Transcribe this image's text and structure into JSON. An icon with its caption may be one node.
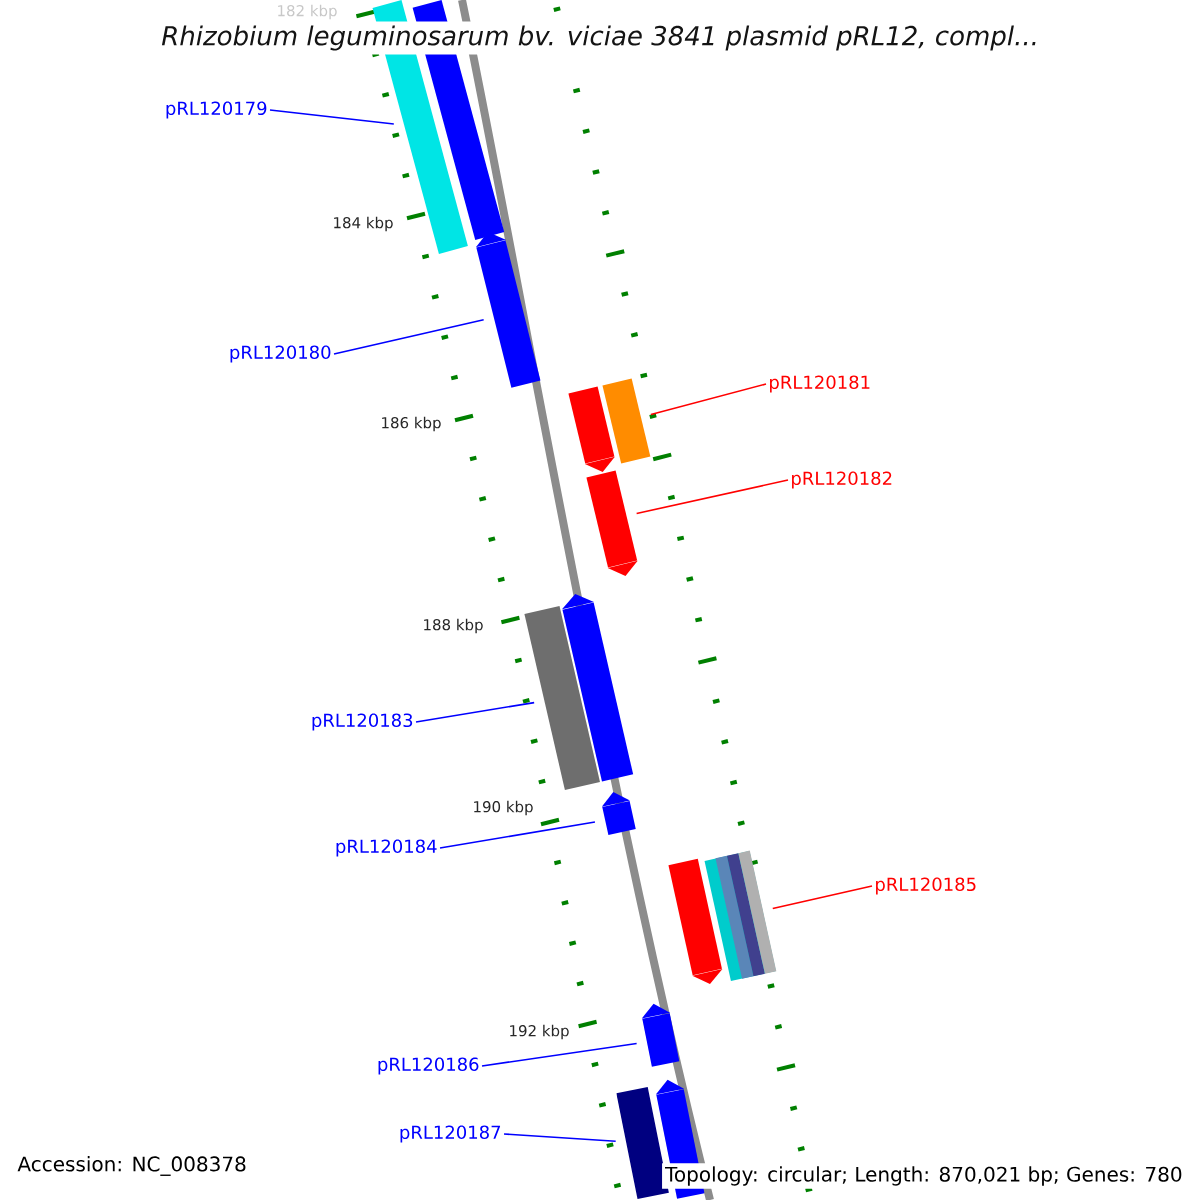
{
  "diagram": {
    "title": "Rhizobium leguminosarum bv. viciae 3841 plasmid pRL12, compl...",
    "nodes": [
      {
        "text": [
          "pRL120179"
        ]
      },
      {
        "text": [
          "pRL120180"
        ]
      },
      {
        "text": [
          "pRL120181"
        ]
      },
      {
        "text": [
          "pRL120182"
        ]
      },
      {
        "text": [
          "pRL120183"
        ]
      },
      {
        "text": [
          "pRL120184"
        ]
      },
      {
        "text": [
          "pRL120185"
        ]
      },
      {
        "text": [
          "pRL120186"
        ]
      },
      {
        "text": [
          "pRL120187"
        ]
      },
      {
        "text": [],
        "shape": "bar"
      },
      {
        "text": [],
        "shape": "bar"
      },
      {
        "text": [],
        "shape": "arrow"
      },
      {
        "text": [],
        "shape": "arrow"
      },
      {
        "text": [],
        "shape": "bar"
      },
      {
        "text": [],
        "shape": "arrow"
      },
      {
        "text": [],
        "shape": "bar"
      },
      {
        "text": [],
        "shape": "arrow"
      },
      {
        "text": [],
        "shape": "arrow"
      },
      {
        "text": [],
        "shape": "arrow"
      },
      {
        "text": [],
        "shape": "bar"
      },
      {
        "text": [],
        "shape": "arrow"
      },
      {
        "text": [],
        "shape": "bar"
      },
      {
        "text": [],
        "shape": "arrow"
      }
    ],
    "edges": [
      {
        "from": 0,
        "to": 9,
        "arrow": "none"
      },
      {
        "from": 1,
        "to": 11,
        "arrow": "none"
      },
      {
        "from": 2,
        "to": 13,
        "arrow": "none",
        "color": "#ff0000"
      },
      {
        "from": 3,
        "to": 14,
        "arrow": "none",
        "color": "#ff0000"
      },
      {
        "from": 4,
        "to": 15,
        "arrow": "none"
      },
      {
        "from": 5,
        "to": 17,
        "arrow": "none"
      },
      {
        "from": 6,
        "to": 19,
        "arrow": "none",
        "color": "#ff0000"
      },
      {
        "from": 7,
        "to": 20,
        "arrow": "none"
      },
      {
        "from": 8,
        "to": 21,
        "arrow": "none"
      }
    ],
    "labels": [
      "182 kbp",
      "184 kbp",
      "186 kbp",
      "188 kbp",
      "190 kbp",
      "192 kbp",
      "Accession: NC_008378",
      "Topology: circular; Length: 870,021 bp; Genes: 780"
    ]
  }
}
